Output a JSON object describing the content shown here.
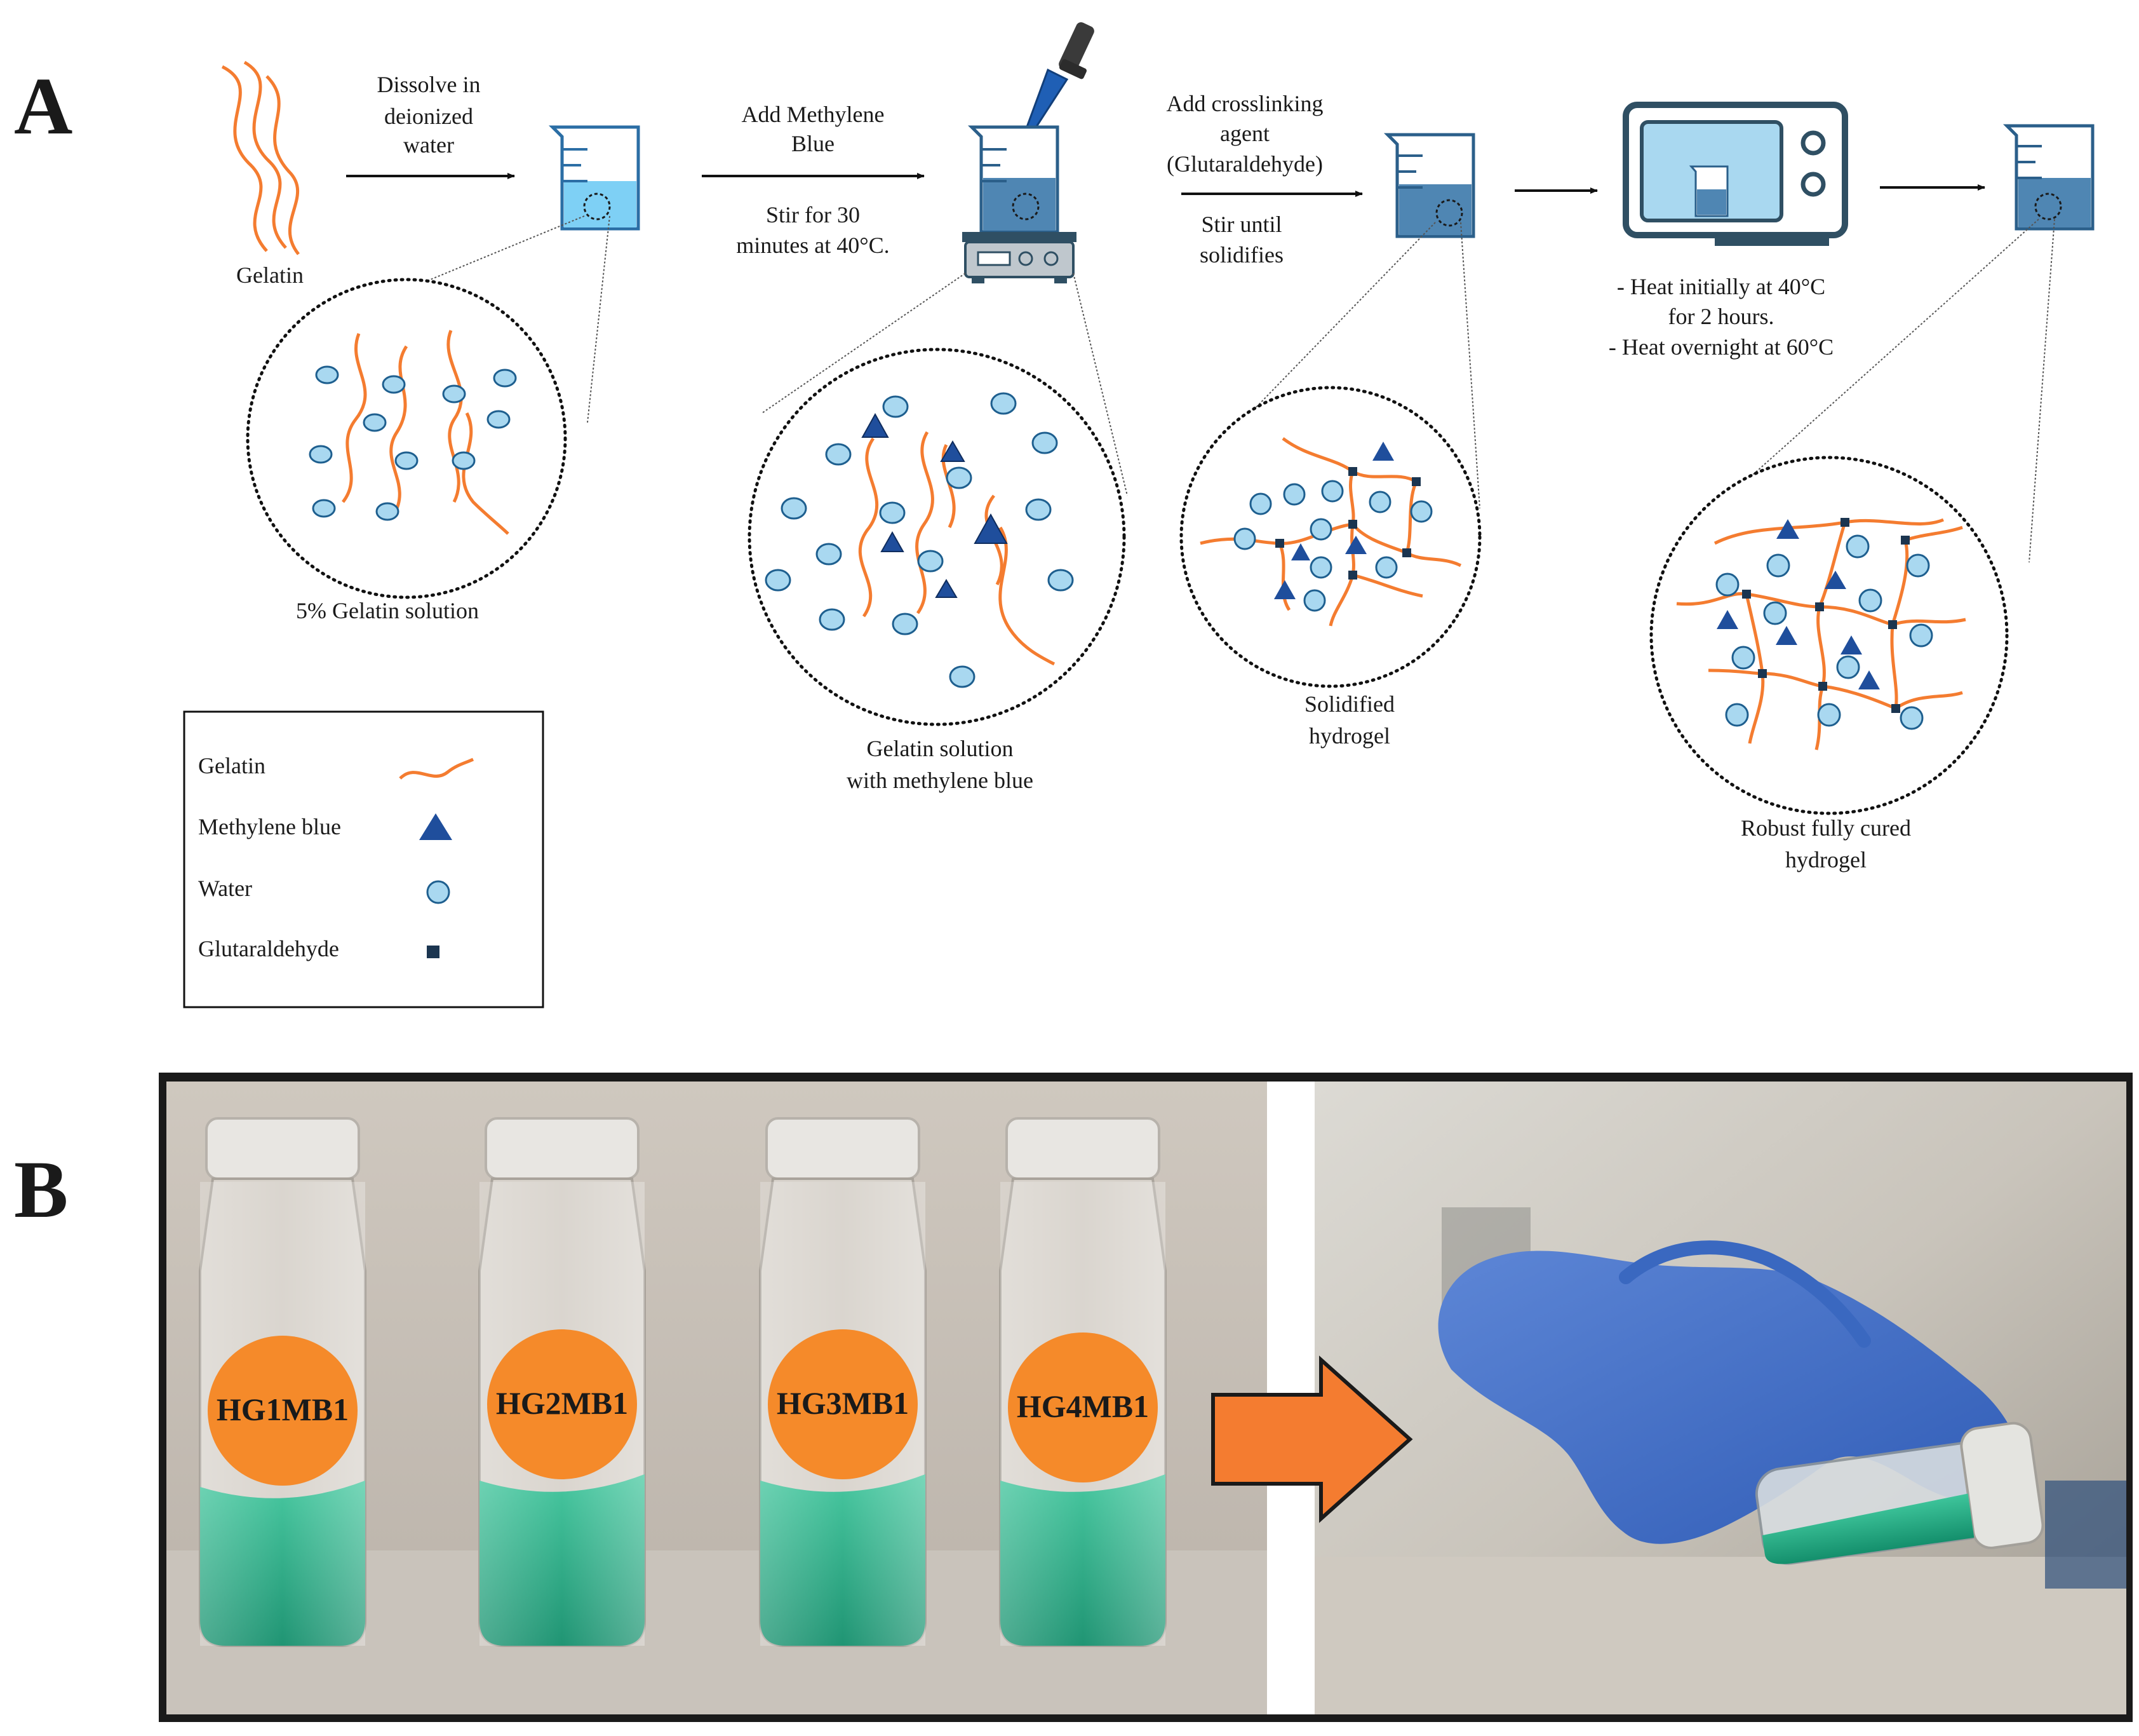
{
  "panels": {
    "a_letter": "A",
    "b_letter": "B"
  },
  "steps": {
    "gelatin_label": "Gelatin",
    "step1_line1": "Dissolve in",
    "step1_line2": "deionized",
    "step1_line3": "water",
    "step2_line1": "Add Methylene",
    "step2_line2": "Blue",
    "step2_line3": "Stir for 30",
    "step2_line4": "minutes at 40°C.",
    "step3_line1": "Add crosslinking",
    "step3_line2": "agent",
    "step3_line3": "(Glutaraldehyde)",
    "step3_line4": "Stir until",
    "step3_line5": "solidifies",
    "step4_line1": "- Heat initially at 40°C",
    "step4_line2": "for 2 hours.",
    "step4_line3": "- Heat overnight at 60°C"
  },
  "captions": {
    "c1": "5% Gelatin solution",
    "c2_line1": "Gelatin solution",
    "c2_line2": "with methylene blue",
    "c3_line1": "Solidified",
    "c3_line2": "hydrogel",
    "c4_line1": "Robust fully cured",
    "c4_line2": "hydrogel"
  },
  "legend": {
    "gelatin": "Gelatin",
    "methylene_blue": "Methylene blue",
    "water": "Water",
    "glutaraldehyde": "Glutaraldehyde"
  },
  "vials": [
    "HG1MB1",
    "HG2MB1",
    "HG3MB1",
    "HG4MB1"
  ],
  "colors": {
    "gelatin": "#f47c30",
    "methylene_blue": "#1f4e9c",
    "water": "#a9d8f0",
    "glutaraldehyde": "#1b3550",
    "label_orange": "#f58a2a",
    "solution_green": "#1fae8a"
  }
}
